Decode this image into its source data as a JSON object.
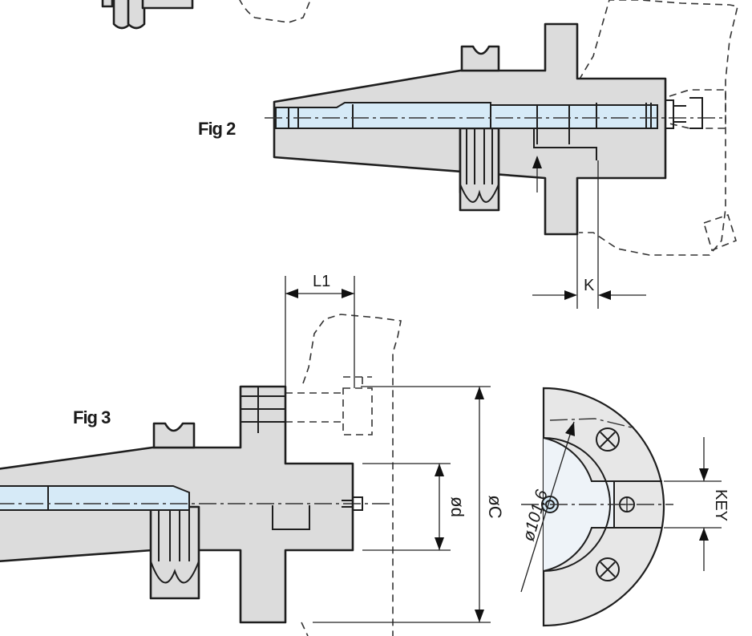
{
  "figures": [
    {
      "label": "Fig 2"
    },
    {
      "label": "Fig 3"
    }
  ],
  "dimensions": {
    "k": "K",
    "l1": "L1",
    "d": "ød",
    "c": "øC",
    "bolt_circle": "ø101.6",
    "key": "KEY"
  },
  "colors": {
    "body_fill": "#dcdcdc",
    "bore_fill": "#d6eaf7",
    "outline": "#1e1e1e"
  }
}
